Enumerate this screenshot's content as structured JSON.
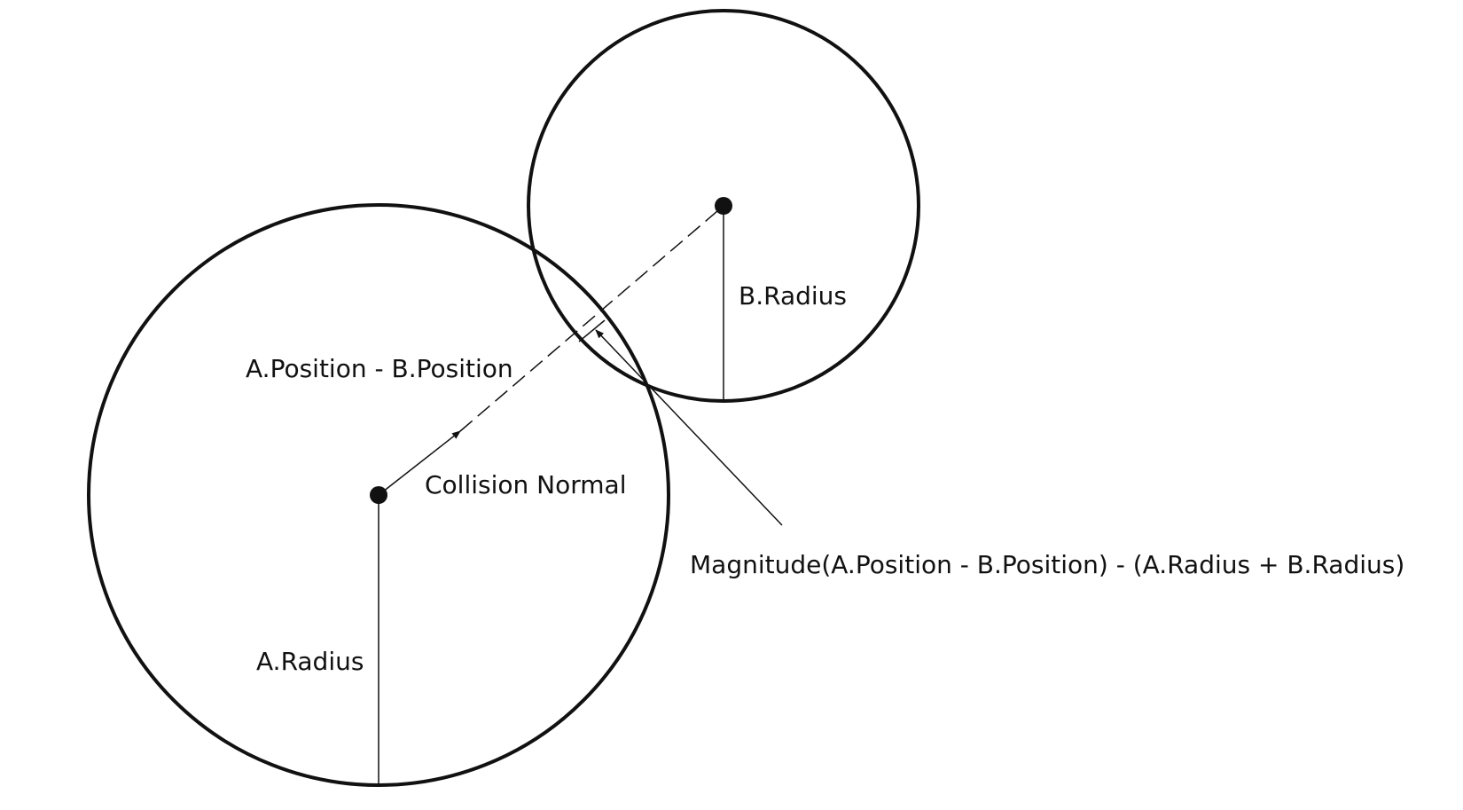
{
  "diagram": {
    "labels": {
      "b_radius": "B.Radius",
      "position_difference": "A.Position - B.Position",
      "collision_normal": "Collision Normal",
      "penetration_formula": "Magnitude(A.Position - B.Position) - (A.Radius + B.Radius)",
      "a_radius": "A.Radius"
    },
    "colors": {
      "stroke": "#111111",
      "background": "#ffffff"
    }
  }
}
